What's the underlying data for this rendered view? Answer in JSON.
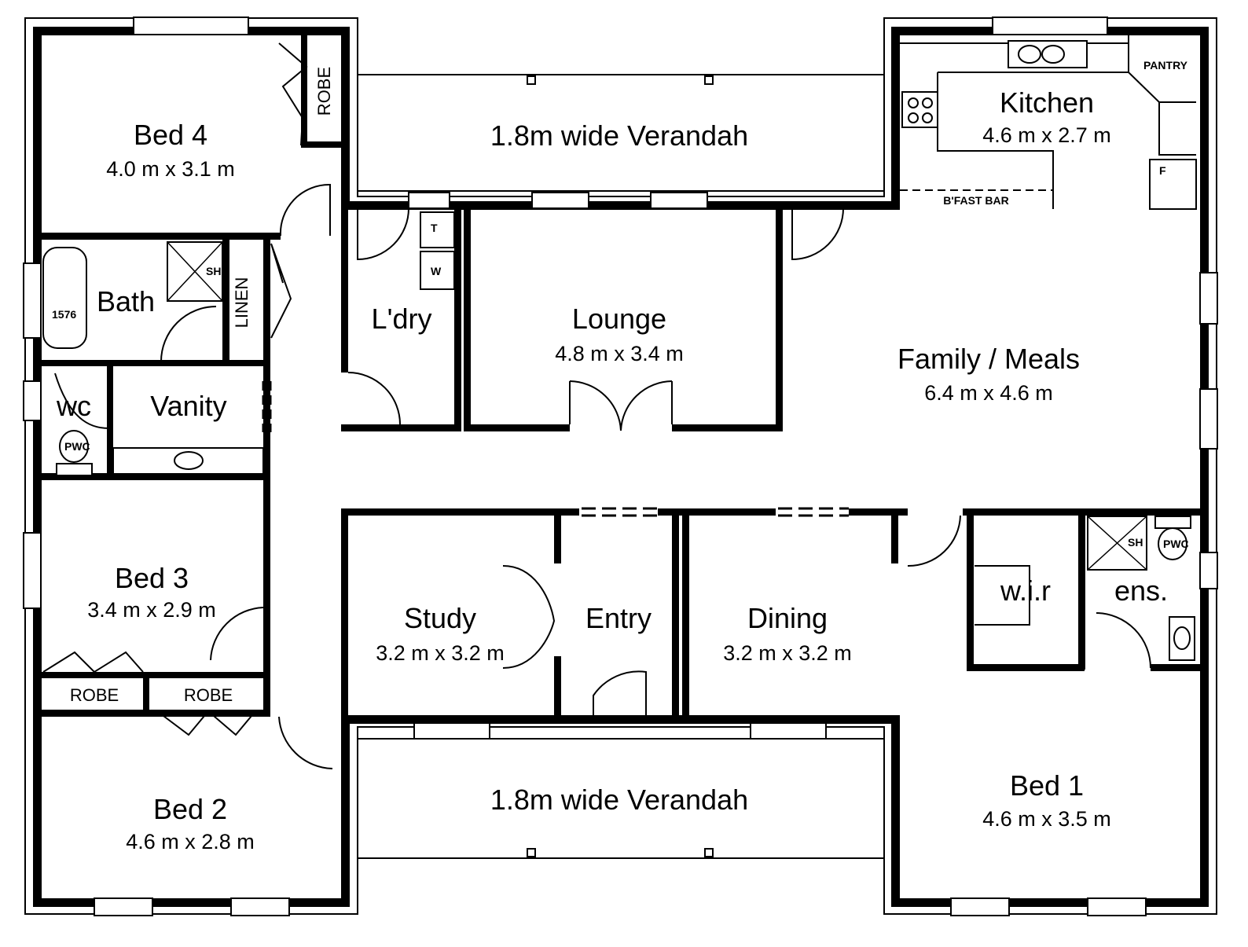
{
  "rooms": {
    "bed4": {
      "name": "Bed 4",
      "dim": "4.0 m x 3.1 m"
    },
    "verandah_top": {
      "name": "1.8m wide Verandah"
    },
    "kitchen": {
      "name": "Kitchen",
      "dim": "4.6 m x 2.7 m"
    },
    "pantry": {
      "name": "PANTRY"
    },
    "bfast": {
      "name": "B'FAST BAR"
    },
    "robe_bed4": {
      "name": "ROBE"
    },
    "bath": {
      "name": "Bath"
    },
    "linen": {
      "name": "LINEN"
    },
    "laundry": {
      "name": "L'dry"
    },
    "lounge": {
      "name": "Lounge",
      "dim": "4.8 m x 3.4 m"
    },
    "family": {
      "name": "Family / Meals",
      "dim": "6.4 m x 4.6 m"
    },
    "wc": {
      "name": "wc"
    },
    "vanity": {
      "name": "Vanity"
    },
    "bed3": {
      "name": "Bed 3",
      "dim": "3.4 m x 2.9 m"
    },
    "study": {
      "name": "Study",
      "dim": "3.2 m x 3.2 m"
    },
    "entry": {
      "name": "Entry"
    },
    "dining": {
      "name": "Dining",
      "dim": "3.2 m x 3.2 m"
    },
    "wir": {
      "name": "w.i.r"
    },
    "ens": {
      "name": "ens."
    },
    "robe_bed3": {
      "name": "ROBE"
    },
    "robe_bed2": {
      "name": "ROBE"
    },
    "bed2": {
      "name": "Bed 2",
      "dim": "4.6 m x 2.8 m"
    },
    "verandah_bottom": {
      "name": "1.8m wide Verandah"
    },
    "bed1": {
      "name": "Bed 1",
      "dim": "4.6 m x 3.5 m"
    }
  },
  "fixtures": {
    "bath_tub_code": "1576",
    "shower_code": "SH",
    "wc_code": "PWC",
    "ens_shower_code": "SH",
    "ens_wc_code": "PWC",
    "trough_code": "T",
    "washer_code": "W",
    "fridge_code": "F"
  }
}
